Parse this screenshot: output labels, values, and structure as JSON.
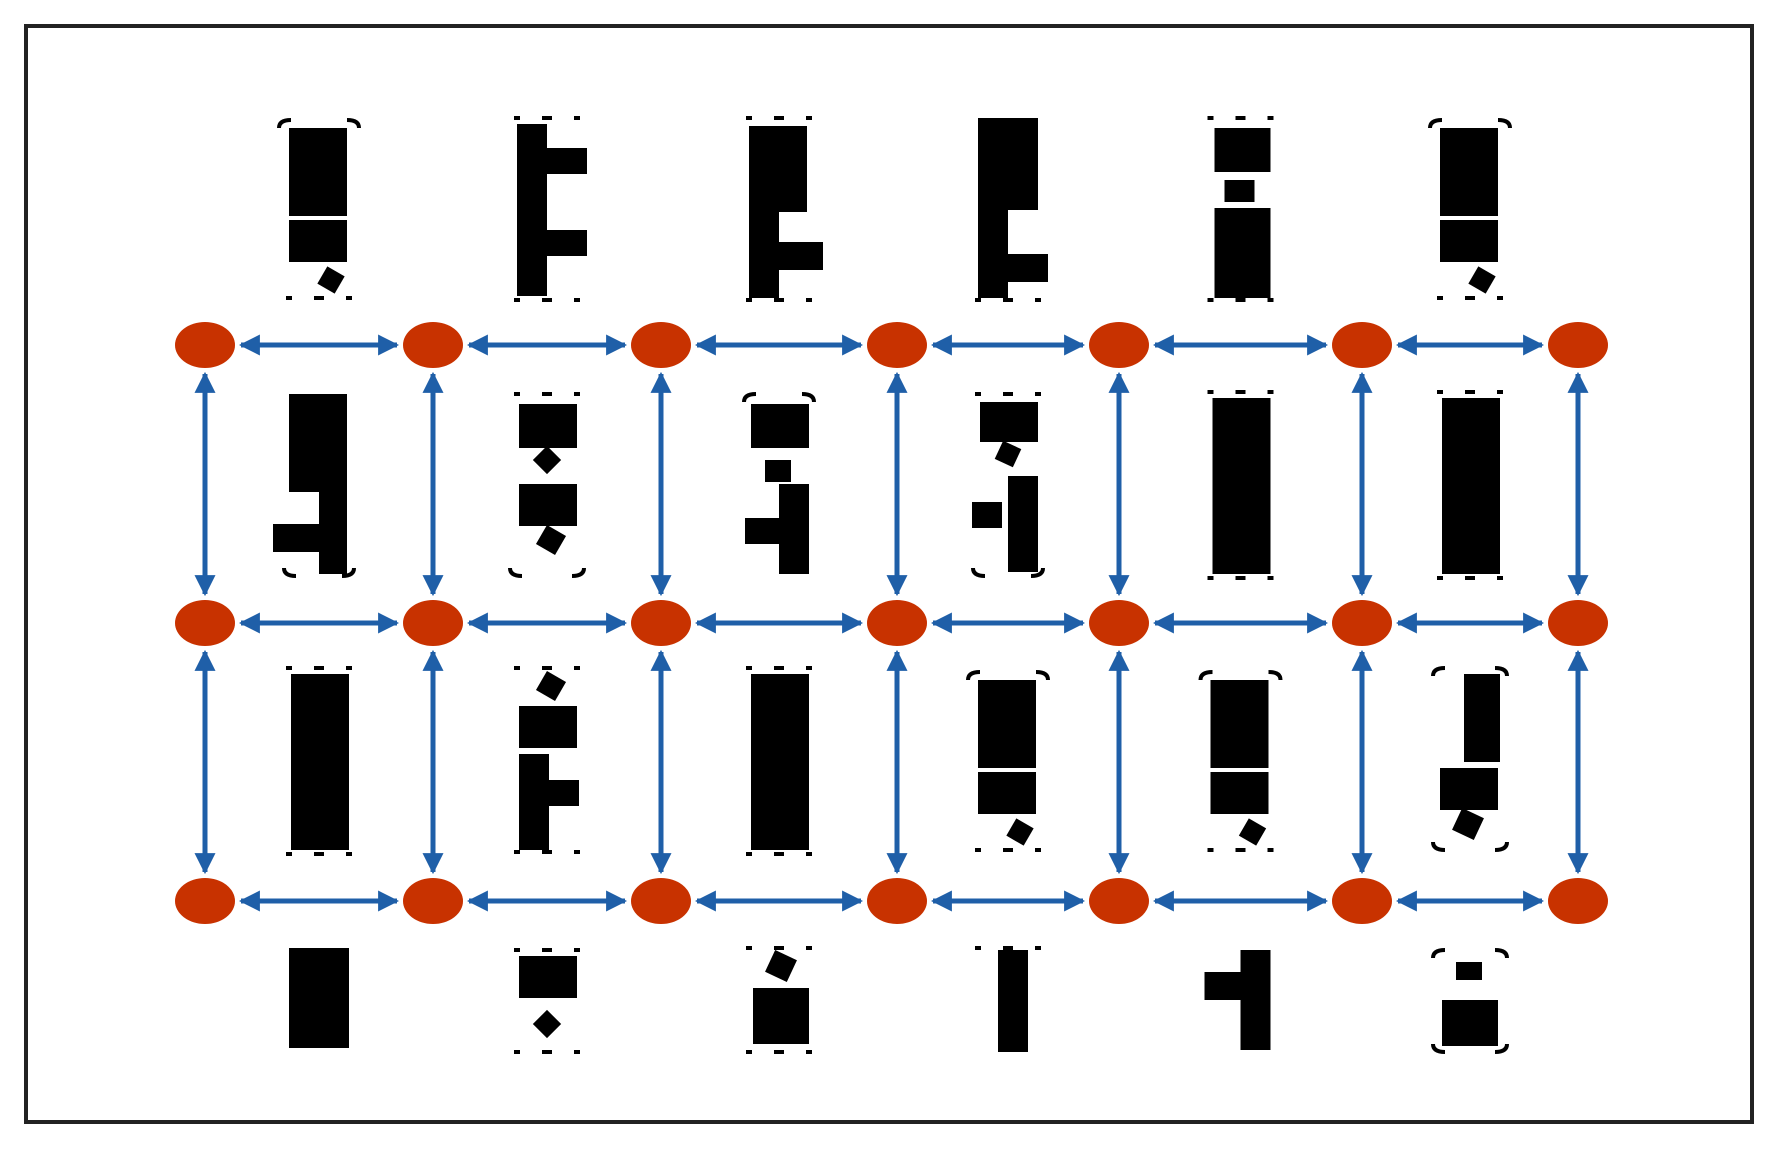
{
  "colors": {
    "node": "#c83200",
    "arrow": "#1f5fa8",
    "block": "#000000",
    "frame": "#222222",
    "background": "#ffffff"
  },
  "grid": {
    "columns": 7,
    "rows": 4
  },
  "glyphs": [
    [
      "split-bottom-diamond",
      "side-tabs",
      "l-step-tab",
      "l-step-tab-low",
      "small-top-stack",
      "split-bottom-diamond"
    ],
    [
      "l-step-left",
      "stacked-diamond",
      "stacked-tab",
      "stacked-tab-tilt",
      "full-block",
      "full-block"
    ],
    [
      "full-block",
      "tilt-top-stack",
      "full-block",
      "split-bottom-diamond",
      "split-bottom-diamond",
      "offset-stack"
    ],
    [
      "short-block",
      "block-diamond",
      "tilted-square-block",
      "thin-bar",
      "bar-with-tab",
      "bracketed-square"
    ]
  ]
}
